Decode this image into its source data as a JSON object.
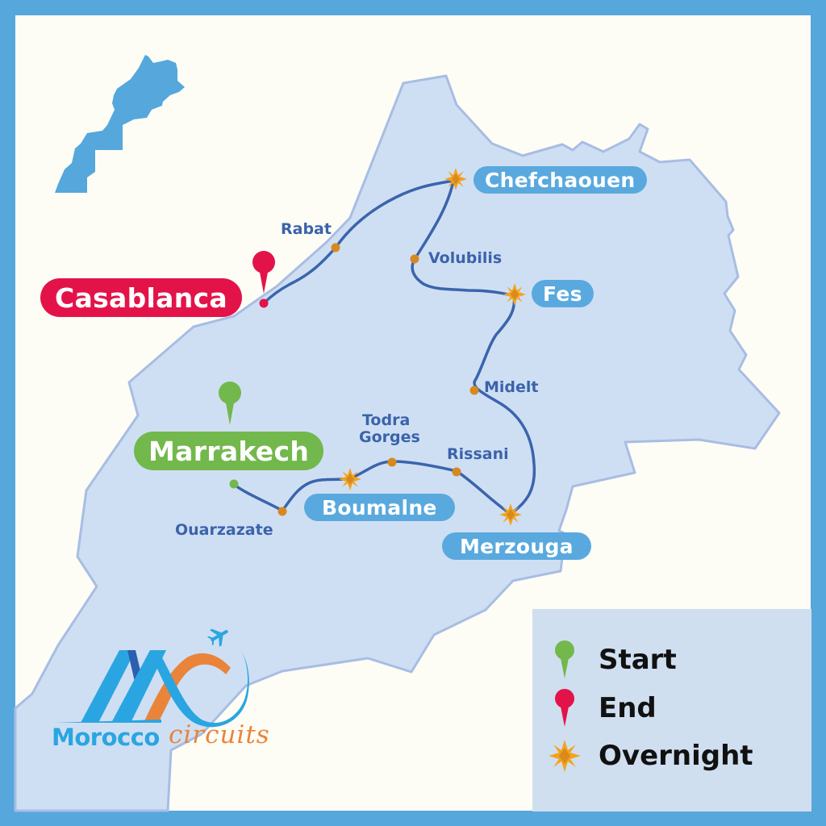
{
  "map": {
    "title": "Morocco tour route map",
    "colors": {
      "frame": "#55a7dc",
      "background": "#fdfdf6",
      "land": "#cfdff3",
      "land_outline": "#a8bde3",
      "route": "#3a64ad",
      "waypoint": "#d88820",
      "overnight": "#f3a31d",
      "start": "#72b84c",
      "end": "#e3134a",
      "label_pill": "#59a9df"
    },
    "start_city": {
      "label": "Marrakech",
      "marker": "start-pin"
    },
    "end_city": {
      "label": "Casablanca",
      "marker": "end-pin"
    },
    "overnight_stops": [
      {
        "label": "Chefchaouen"
      },
      {
        "label": "Fes"
      },
      {
        "label": "Merzouga"
      },
      {
        "label": "Boumalne"
      }
    ],
    "waypoints": [
      {
        "label": "Rabat"
      },
      {
        "label": "Volubilis"
      },
      {
        "label": "Midelt"
      },
      {
        "label": "Rissani"
      },
      {
        "label": "Todra"
      },
      {
        "label": "Gorges"
      },
      {
        "label": "Ouarzazate"
      }
    ],
    "route_order": [
      "Marrakech",
      "Ouarzazate",
      "Boumalne",
      "Todra Gorges",
      "Rissani",
      "Merzouga",
      "Midelt",
      "Fes",
      "Volubilis",
      "Chefchaouen",
      "Rabat",
      "Casablanca"
    ]
  },
  "legend": {
    "items": [
      {
        "label": "Start",
        "icon": "green-pin-icon"
      },
      {
        "label": "End",
        "icon": "red-pin-icon"
      },
      {
        "label": "Overnight",
        "icon": "orange-star-icon"
      }
    ]
  },
  "logo": {
    "word1": "Morocco",
    "word2": "circuits"
  }
}
